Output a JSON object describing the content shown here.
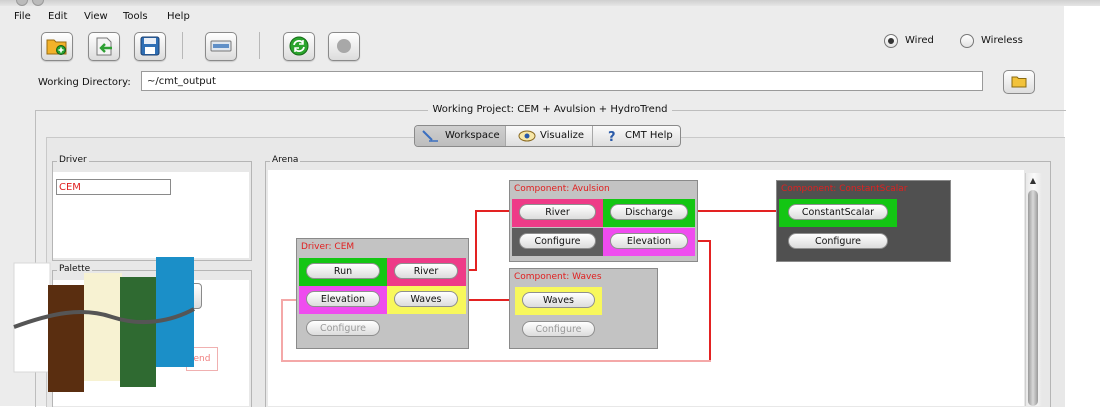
{
  "menu": {
    "file": "File",
    "edit": "Edit",
    "view": "View",
    "tools": "Tools",
    "help": "Help"
  },
  "toolbar": {
    "buttons": [
      {
        "name": "new-project",
        "icon": "folder-add-icon"
      },
      {
        "name": "open-project",
        "icon": "import-arrow-icon"
      },
      {
        "name": "save-project",
        "icon": "floppy-disk-icon"
      },
      {
        "name": "console",
        "icon": "terminal-icon"
      },
      {
        "name": "run",
        "icon": "refresh-run-icon"
      },
      {
        "name": "stop",
        "icon": "stop-icon"
      }
    ],
    "connection": {
      "wired_label": "Wired",
      "wireless_label": "Wireless",
      "selected": "Wired"
    }
  },
  "working_directory": {
    "label": "Working Directory:",
    "value": "~/cmt_output"
  },
  "project": {
    "title": "Working Project: CEM + Avulsion + HydroTrend"
  },
  "tabs": [
    {
      "label": "Workspace",
      "icon": "pencil-icon",
      "active": true
    },
    {
      "label": "Visualize",
      "icon": "eye-icon",
      "active": false
    },
    {
      "label": "CMT Help",
      "icon": "question-mark-icon",
      "active": false
    }
  ],
  "driver_panel": {
    "title": "Driver",
    "value": "CEM"
  },
  "palette_panel": {
    "title": "Palette",
    "faded_item": "end"
  },
  "arena": {
    "title": "Arena",
    "driver_cem": {
      "title": "Driver: CEM",
      "run": "Run",
      "river": "River",
      "elevation": "Elevation",
      "waves": "Waves",
      "configure": "Configure"
    },
    "avulsion": {
      "title": "Component: Avulsion",
      "river": "River",
      "discharge": "Discharge",
      "configure": "Configure",
      "elevation": "Elevation"
    },
    "waves": {
      "title": "Component: Waves",
      "waves": "Waves",
      "configure": "Configure"
    },
    "constant_scalar": {
      "title": "Component: ConstantScalar",
      "constant_scalar": "ConstantScalar",
      "configure": "Configure"
    }
  },
  "colors": {
    "wire": "#e32222",
    "port_green": "#13c613",
    "port_pink": "#ee3b88",
    "port_magenta": "#ef4cef",
    "port_yellow": "#f8f85c"
  }
}
